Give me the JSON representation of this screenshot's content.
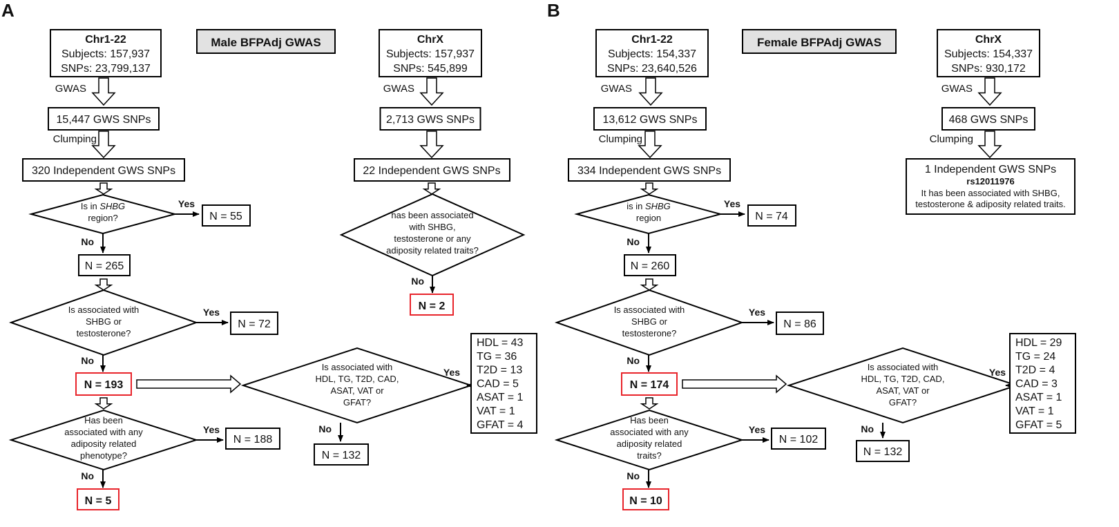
{
  "colors": {
    "highlight": "#e8232a",
    "title_fill": "#e2e2e2",
    "stroke": "#000000"
  },
  "panels": [
    {
      "letter": "A",
      "title": "Male BFPAdj GWAS",
      "auto": {
        "header": "Chr1-22",
        "subjects": "Subjects: 157,937",
        "snps": "SNPs: 23,799,137",
        "gwas_label": "GWAS",
        "gws": "15,447 GWS SNPs",
        "clumping_label": "Clumping",
        "indep": "320 Independent GWS SNPs",
        "q1_pre": "Is in ",
        "q1_gene": "SHBG",
        "q1_line2": "region?",
        "q1_yes": "N = 55",
        "after_q1": "N = 265",
        "q2_lines": [
          "Is associated with",
          "SHBG or",
          "testosterone?"
        ],
        "q2_yes": "N = 72",
        "after_q2": "N = 193",
        "q3_lines": [
          "Has been",
          "associated with any",
          "adiposity related",
          "phenotype?"
        ],
        "q3_yes": "N = 188",
        "final": "N = 5",
        "q4_lines": [
          "Is associated with",
          "HDL, TG, T2D, CAD,",
          "ASAT, VAT or",
          "GFAT?"
        ],
        "q4_yes": [
          "HDL = 43",
          "TG = 36",
          "T2D = 13",
          "CAD = 5",
          "ASAT = 1",
          "VAT = 1",
          "GFAT = 4"
        ],
        "q4_no": "N = 132"
      },
      "chrx": {
        "header": "ChrX",
        "subjects": "Subjects: 157,937",
        "snps": "SNPs: 545,899",
        "gwas_label": "GWAS",
        "gws": "2,713 GWS SNPs",
        "indep": "22 Independent GWS SNPs",
        "q_lines": [
          "has been associated",
          "with SHBG,",
          "testosterone or any",
          "adiposity related traits?"
        ],
        "final": "N = 2"
      }
    },
    {
      "letter": "B",
      "title": "Female BFPAdj GWAS",
      "auto": {
        "header": "Chr1-22",
        "subjects": "Subjects: 154,337",
        "snps": "SNPs: 23,640,526",
        "gwas_label": "GWAS",
        "gws": "13,612 GWS SNPs",
        "clumping_label": "Clumping",
        "indep": "334 Independent GWS SNPs",
        "q1_pre": "is in ",
        "q1_gene": "SHBG",
        "q1_line2": "region",
        "q1_yes": "N = 74",
        "after_q1": "N = 260",
        "q2_lines": [
          "Is associated with",
          "SHBG or",
          "testosterone?"
        ],
        "q2_yes": "N = 86",
        "after_q2": "N = 174",
        "q3_lines": [
          "Has been",
          "associated with any",
          "adiposity related",
          "traits?"
        ],
        "q3_yes": "N = 102",
        "final": "N = 10",
        "q4_lines": [
          "Is associated with",
          "HDL, TG, T2D, CAD,",
          "ASAT, VAT or",
          "GFAT?"
        ],
        "q4_yes": [
          "HDL = 29",
          "TG = 24",
          "T2D = 4",
          "CAD = 3",
          "ASAT = 1",
          "VAT = 1",
          "GFAT = 5"
        ],
        "q4_no": "N = 132"
      },
      "chrx": {
        "header": "ChrX",
        "subjects": "Subjects: 154,337",
        "snps": "SNPs: 930,172",
        "gwas_label": "GWAS",
        "gws": "468 GWS SNPs",
        "clumping_label": "Clumping",
        "indep": "1 Independent GWS SNPs",
        "rsid": "rs12011976",
        "note_lines": [
          "It has been associated with SHBG,",
          "testosterone & adiposity related traits."
        ]
      }
    }
  ],
  "labels": {
    "yes": "Yes",
    "no": "No"
  }
}
